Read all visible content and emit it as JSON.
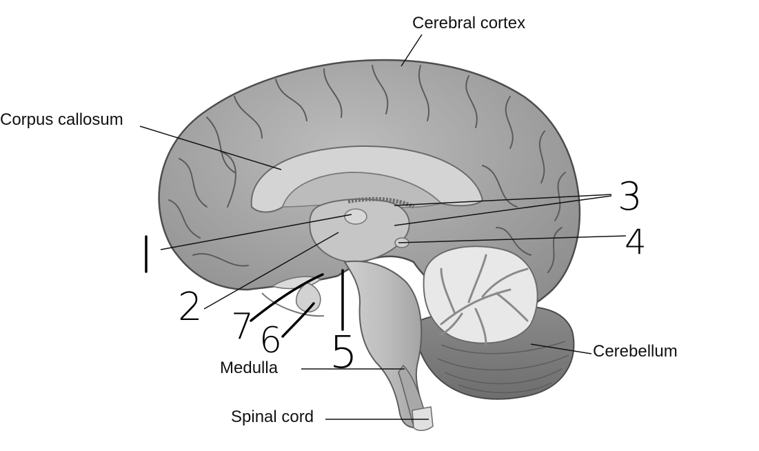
{
  "labels": {
    "cerebral_cortex": "Cerebral cortex",
    "corpus_callosum": "Corpus callosum",
    "cerebellum": "Cerebellum",
    "medulla": "Medulla",
    "spinal_cord": "Spinal cord"
  },
  "numbers": {
    "n1": "1",
    "n2": "2",
    "n3": "3",
    "n4": "4",
    "n5": "5",
    "n6": "6",
    "n7": "7"
  }
}
